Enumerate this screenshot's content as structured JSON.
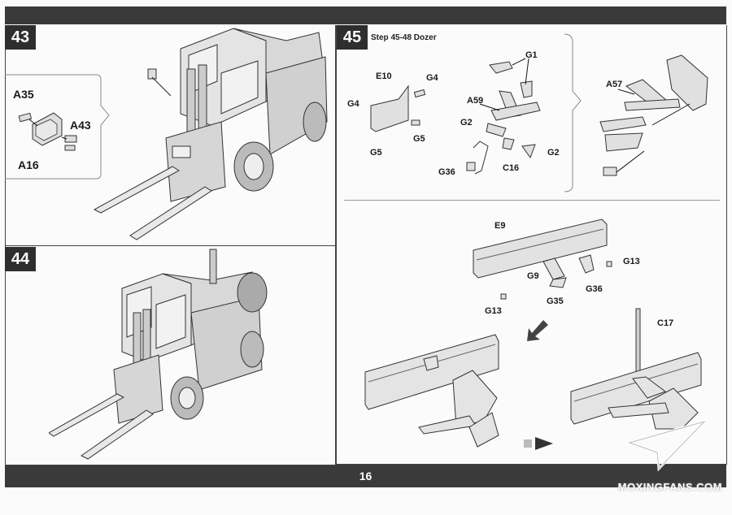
{
  "page": {
    "number": "16"
  },
  "watermark": "MOXINGFANS.COM",
  "steps": {
    "s43": {
      "number": "43",
      "labels": {
        "a35": "A35",
        "a43": "A43",
        "a16": "A16"
      }
    },
    "s44": {
      "number": "44"
    },
    "s45": {
      "number": "45",
      "title": "Step 45-48 Dozer",
      "labels": {
        "e10": "E10",
        "g4_left": "G4",
        "g4_right": "G4",
        "g5_left": "G5",
        "g5_right": "G5",
        "g1": "G1",
        "a59": "A59",
        "g2_left": "G2",
        "g2_right": "G2",
        "c16": "C16",
        "g36": "G36",
        "a57": "A57"
      }
    },
    "blade": {
      "labels": {
        "e9": "E9",
        "g13_right": "G13",
        "g13_left": "G13",
        "g9": "G9",
        "g36": "G36",
        "g35": "G35",
        "c17": "C17"
      }
    }
  },
  "colors": {
    "band": "#3a3a3a",
    "paper": "#fbfbfb",
    "line": "#444444"
  }
}
